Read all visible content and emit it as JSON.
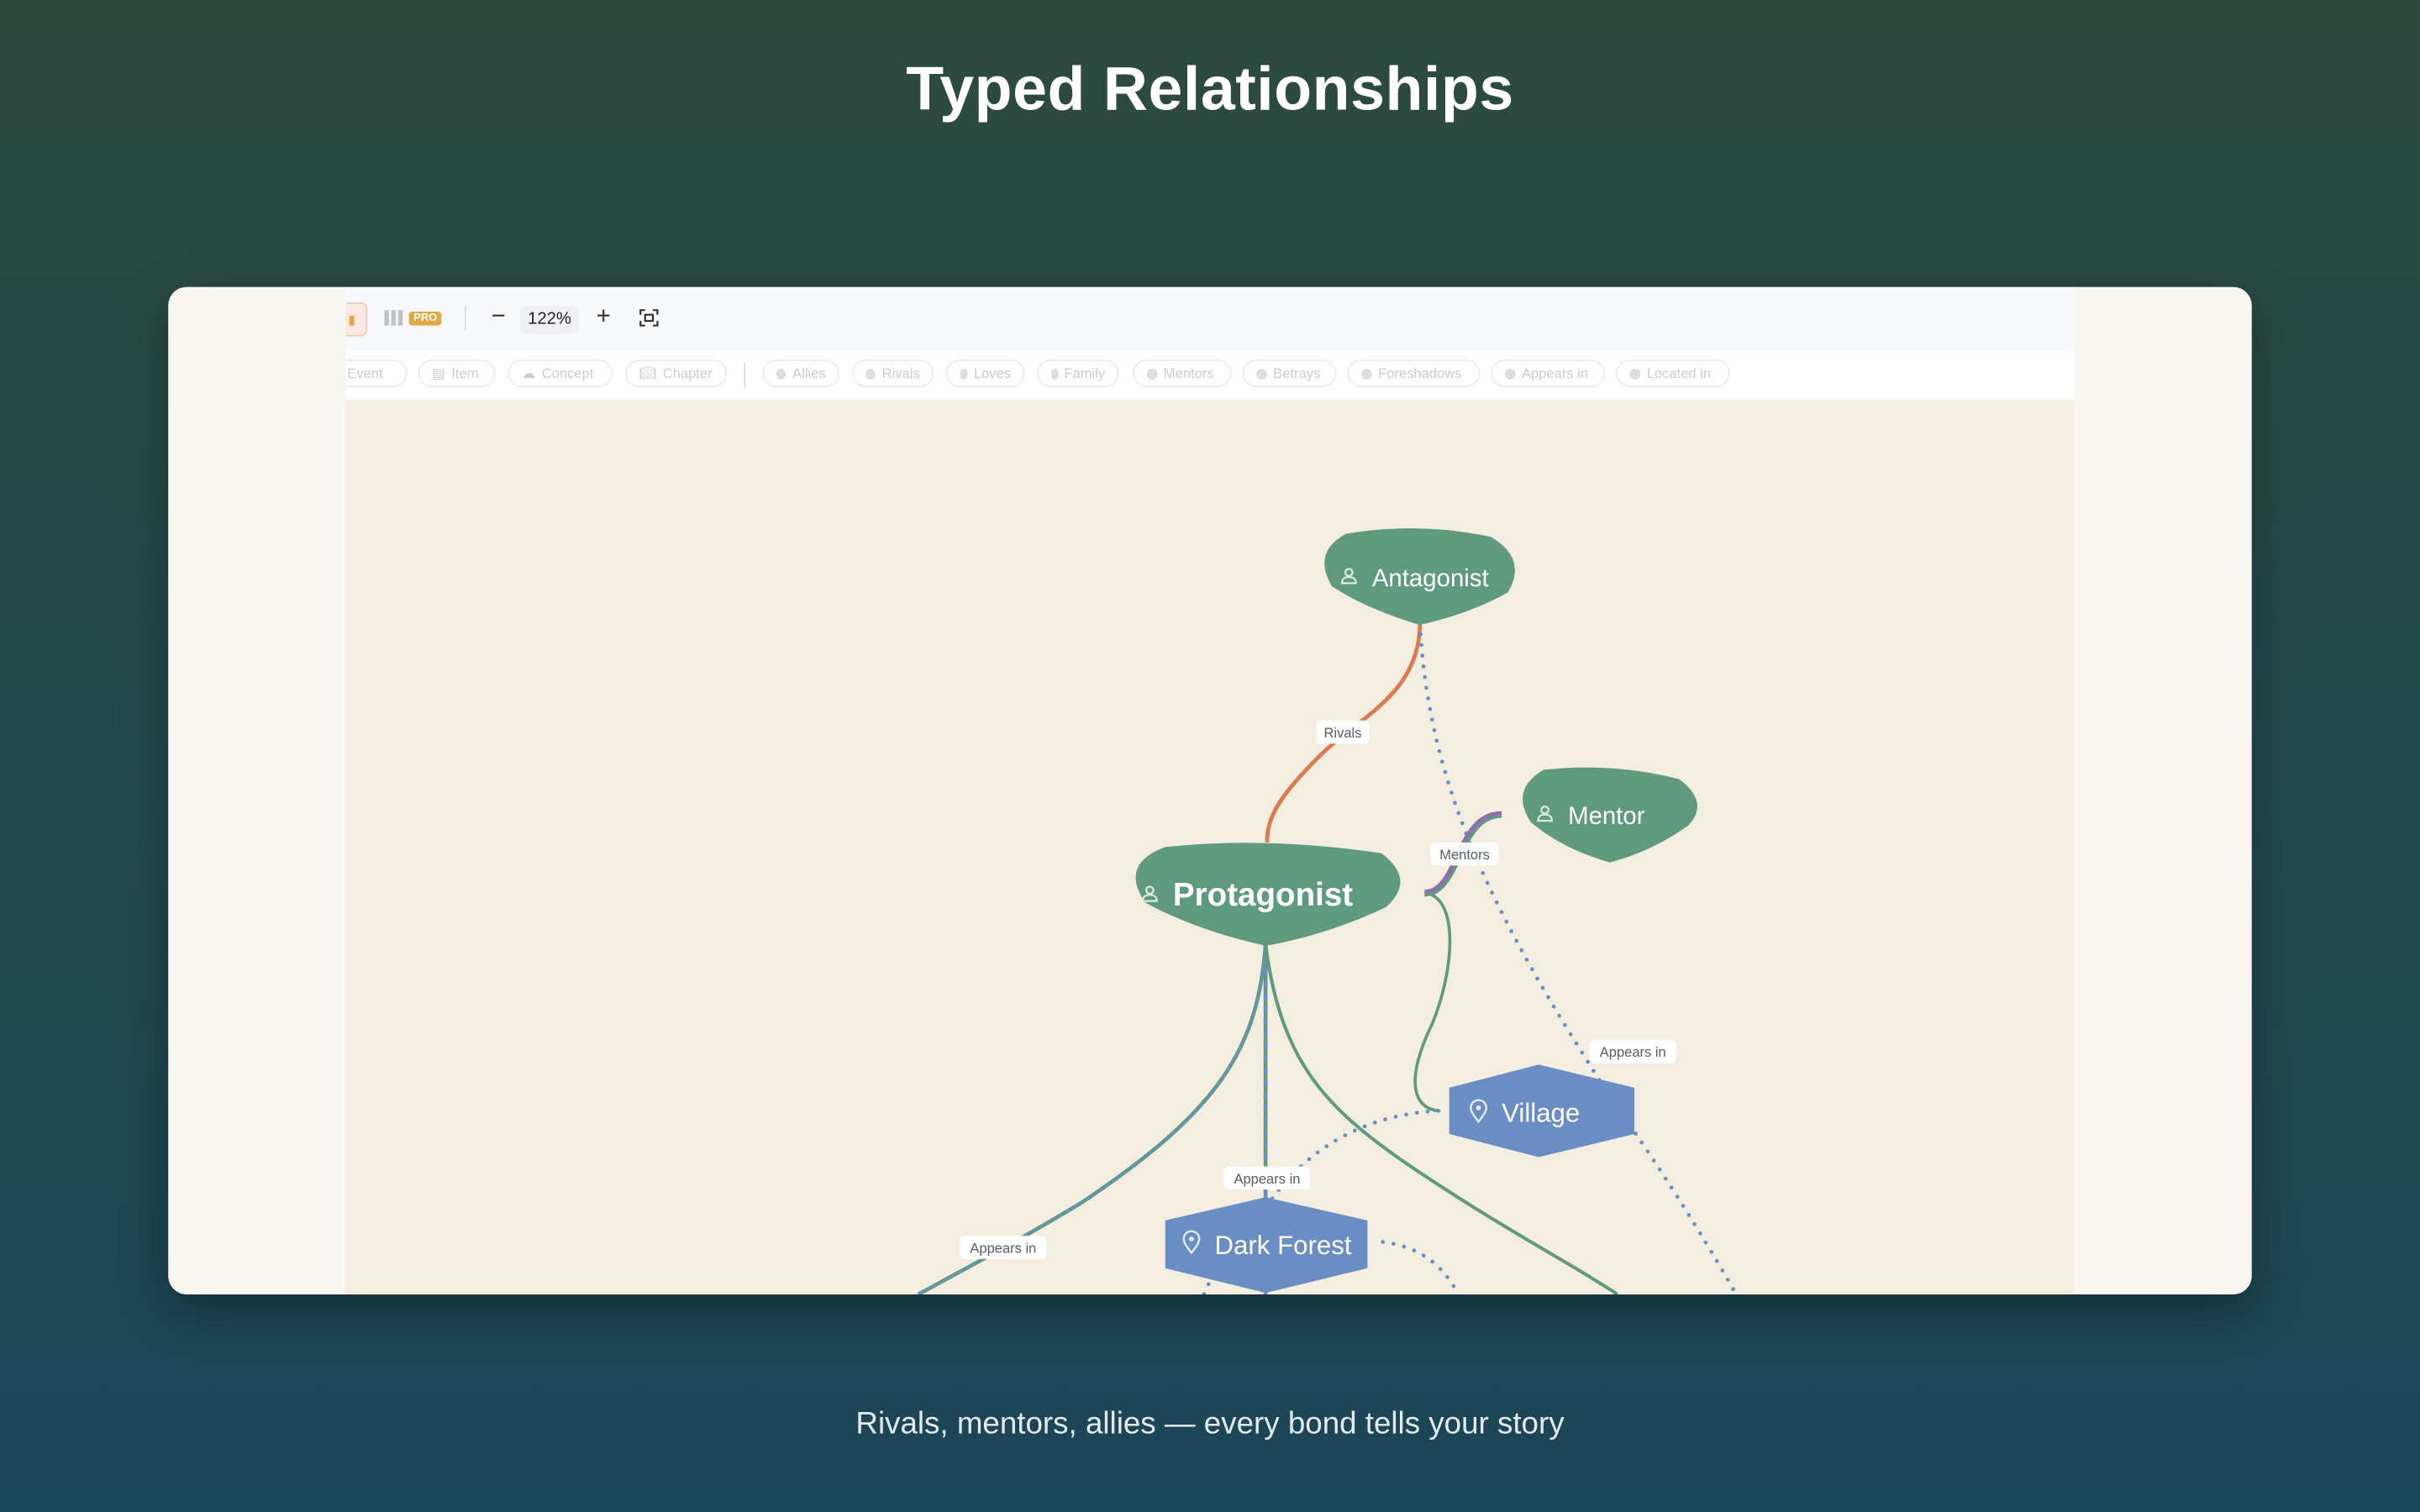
{
  "hero": {
    "title": "Typed Relationships",
    "subtitle": "Rivals, mentors, allies — every bond tells your story"
  },
  "toolbar": {
    "pro_badge": "PRO",
    "zoom_level": "122%",
    "zoom_out_icon": "minus-icon",
    "zoom_in_icon": "plus-icon",
    "fit_icon": "fit-screen-icon",
    "view_icon": "columns-icon"
  },
  "filters": {
    "node_types": [
      {
        "label": "Event",
        "icon": "event-icon"
      },
      {
        "label": "Item",
        "icon": "box-icon"
      },
      {
        "label": "Concept",
        "icon": "cloud-icon"
      },
      {
        "label": "Chapter",
        "icon": "book-icon"
      }
    ],
    "relationships": [
      "Allies",
      "Rivals",
      "Loves",
      "Family",
      "Mentors",
      "Betrays",
      "Foreshadows",
      "Appears in",
      "Located in"
    ]
  },
  "graph": {
    "nodes": {
      "antagonist": {
        "label": "Antagonist",
        "type": "character",
        "icon": "person-icon"
      },
      "protagonist": {
        "label": "Protagonist",
        "type": "character",
        "icon": "person-icon"
      },
      "mentor": {
        "label": "Mentor",
        "type": "character",
        "icon": "person-icon"
      },
      "village": {
        "label": "Village",
        "type": "location",
        "icon": "map-pin-icon"
      },
      "dark_forest": {
        "label": "Dark Forest",
        "type": "location",
        "icon": "map-pin-icon"
      }
    },
    "edge_labels": {
      "rivals": "Rivals",
      "mentors": "Mentors",
      "appears_village": "Appears in",
      "appears_left": "Appears in",
      "appears_forest": "Appears in"
    },
    "colors": {
      "character": "#5f9a7e",
      "location": "#6a8ec4",
      "rivals": "#d97a50",
      "mentors": "#8e6fae",
      "appears_in": "#6a8fc7",
      "allies": "#5f9a7e",
      "canvas": "#f4eee0"
    }
  }
}
